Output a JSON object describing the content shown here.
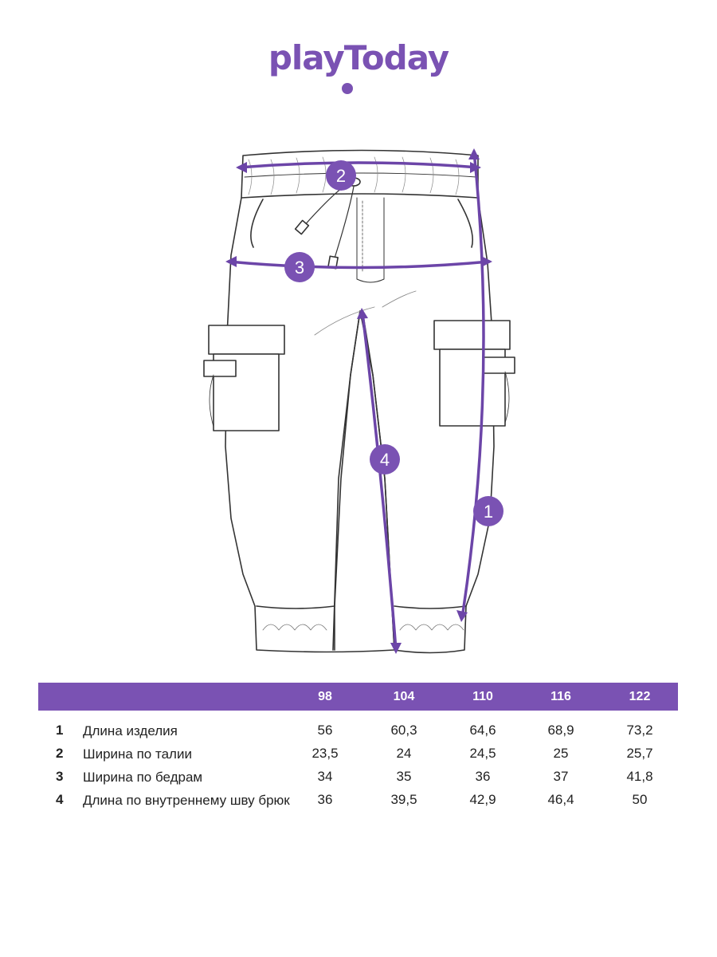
{
  "brand": {
    "logo_text": "playToday",
    "accent_color": "#7a52b3"
  },
  "diagram": {
    "markers": [
      "1",
      "2",
      "3",
      "4"
    ]
  },
  "table": {
    "sizes": [
      "98",
      "104",
      "110",
      "116",
      "122"
    ],
    "rows": [
      {
        "num": "1",
        "label": "Длина изделия",
        "values": [
          "56",
          "60,3",
          "64,6",
          "68,9",
          "73,2"
        ]
      },
      {
        "num": "2",
        "label": "Ширина по талии",
        "values": [
          "23,5",
          "24",
          "24,5",
          "25",
          "25,7"
        ]
      },
      {
        "num": "3",
        "label": "Ширина по бедрам",
        "values": [
          "34",
          "35",
          "36",
          "37",
          "41,8"
        ]
      },
      {
        "num": "4",
        "label": "Длина по внутреннему шву брюк",
        "values": [
          "36",
          "39,5",
          "42,9",
          "46,4",
          "50"
        ]
      }
    ]
  }
}
